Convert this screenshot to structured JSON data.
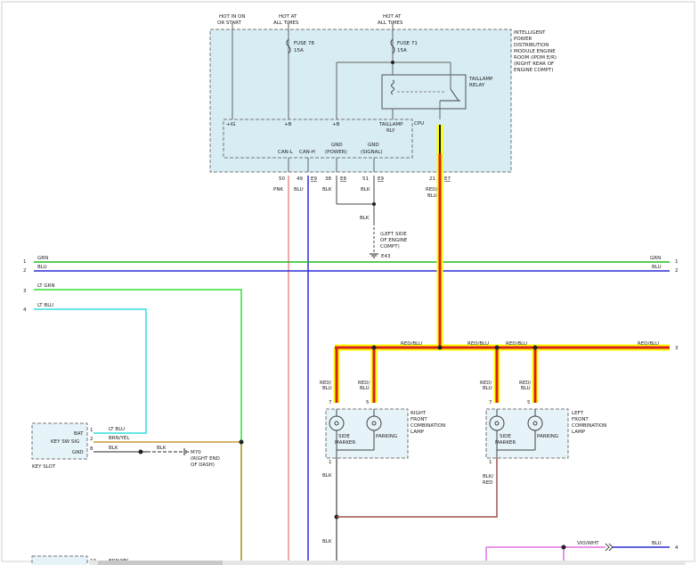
{
  "colors": {
    "module_fill": "#d7ecf3",
    "box_fill": "#e6f3f8",
    "highlight_yellow": "#ffff00",
    "wire_red": "#d92020",
    "wire_red_blu": "#aa1111",
    "wire_pnk": "#f08a8a",
    "wire_blu": "#2d2dd8",
    "wire_grn": "#22bb22",
    "wire_lt_grn": "#33dd33",
    "wire_lt_blu": "#33dddd",
    "wire_brn_yel": "#c79a38",
    "wire_blk": "#444444",
    "wire_blk_red": "#a0524f",
    "wire_vio_wht": "#e070e0"
  },
  "top_labels": {
    "hot_in_on_1": "HOT IN ON",
    "hot_in_on_2": "OR START",
    "hot_at_1a": "HOT AT",
    "hot_at_1b": "ALL TIMES",
    "hot_at_2a": "HOT AT",
    "hot_at_2b": "ALL TIMES"
  },
  "fuses": {
    "fuse78_name": "FUSE 78",
    "fuse78_rating": "15A",
    "fuse71_name": "FUSE 71",
    "fuse71_rating": "15A"
  },
  "module": {
    "name_lines": [
      "INTELLIGENT",
      "POWER",
      "DISTRIBUTION",
      "MODULE ENGINE",
      "ROOM (IPDM E/R)",
      "(RIGHT REAR OF",
      "ENGINE COMPT)"
    ],
    "relay_line1": "TAILLAMP",
    "relay_line2": "RELAY",
    "cpu": "CPU",
    "ig": "+IG",
    "b1": "+B",
    "b2": "+B",
    "taillamp_rly_1": "TAILLAMP",
    "taillamp_rly_2": "RLY",
    "can_l": "CAN-L",
    "can_h": "CAN-H",
    "gnd_power_1": "GND",
    "gnd_power_2": "(POWER)",
    "gnd_signal_1": "GND",
    "gnd_signal_2": "(SIGNAL)"
  },
  "pins": {
    "p50": "50",
    "p49": "49",
    "c_e9_a": "E9",
    "p38": "38",
    "c_e8": "E8",
    "p51": "51",
    "c_e9_b": "E9",
    "p21": "21",
    "c_e7": "E7"
  },
  "wires": {
    "pnk": "PNK",
    "blu": "BLU",
    "blk_38": "BLK",
    "blk_51": "BLK",
    "red_blu_1": "RED/",
    "red_blu_2": "BLU",
    "blk_gnd": "BLK",
    "ground_1": "(LEFT SIDE",
    "ground_2": "OF ENGINE",
    "ground_3": "COMPT)",
    "ground_id": "E43"
  },
  "bus": {
    "n1": "1",
    "n2": "2",
    "n3": "3",
    "n4": "4",
    "grn_l": "GRN",
    "blu_l": "BLU",
    "grn_r": "GRN",
    "blu_r": "BLU",
    "n1_r": "1",
    "n2_r": "2",
    "lt_grn": "LT GRN",
    "lt_blu": "LT BLU"
  },
  "red_bus": {
    "label_a": "RED/BLU",
    "label_b": "RED/BLU",
    "label_c": "RED/BLU",
    "label_d": "RED/BLU",
    "n3_r": "3"
  },
  "right_lamp": {
    "name_lines": [
      "RIGHT",
      "FRONT",
      "COMBINATION",
      "LAMP"
    ],
    "pin7": "7",
    "pin5": "5",
    "pin1": "1",
    "wire7_1": "RED/",
    "wire7_2": "BLU",
    "wire5_1": "RED/",
    "wire5_2": "BLU",
    "side_1": "SIDE",
    "side_2": "MARKER",
    "parking": "PARKING",
    "blk": "BLK",
    "blk2": "BLK"
  },
  "left_lamp": {
    "name_lines": [
      "LEFT",
      "FRONT",
      "COMBINATION",
      "LAMP"
    ],
    "pin7": "7",
    "pin5": "5",
    "pin1": "1",
    "wire7_1": "RED/",
    "wire7_2": "BLU",
    "wire5_1": "RED/",
    "wire5_2": "BLU",
    "side_1": "SIDE",
    "side_2": "MARKER",
    "parking": "PARKING",
    "blk_red_1": "BLK/",
    "blk_red_2": "RED"
  },
  "key_slot": {
    "name": "KEY SLOT",
    "bat": "BAT",
    "sw_sig": "KEY SW SIG",
    "gnd": "GND",
    "pin1": "1",
    "pin2": "2",
    "pin8": "8",
    "wire_lt_blu": "LT BLU",
    "wire_brn_yel": "BRN/YEL",
    "wire_blk": "BLK",
    "ground_id": "M70",
    "ground_1": "(RIGHT END",
    "ground_2": "OF DASH)"
  },
  "bottom": {
    "vio_wht": "VIO/WHT",
    "blu": "BLU",
    "n4": "4",
    "partial_pin": "10",
    "partial_wire": "BRN/YEL"
  }
}
